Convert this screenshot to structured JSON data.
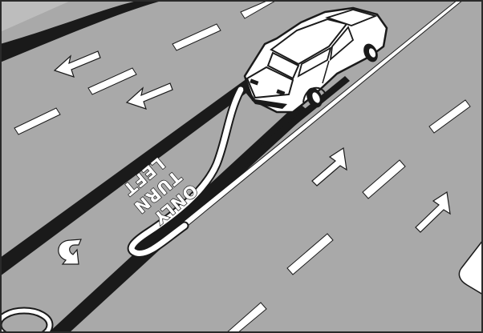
{
  "pavement_marking": {
    "line_1": "ONLY",
    "line_2": "TURN",
    "line_3": "LEFT"
  },
  "colors": {
    "asphalt": "#a8a8a8",
    "marking": "#ffffff",
    "outline": "#1a1a1a",
    "frame": "#2a2a2a"
  }
}
